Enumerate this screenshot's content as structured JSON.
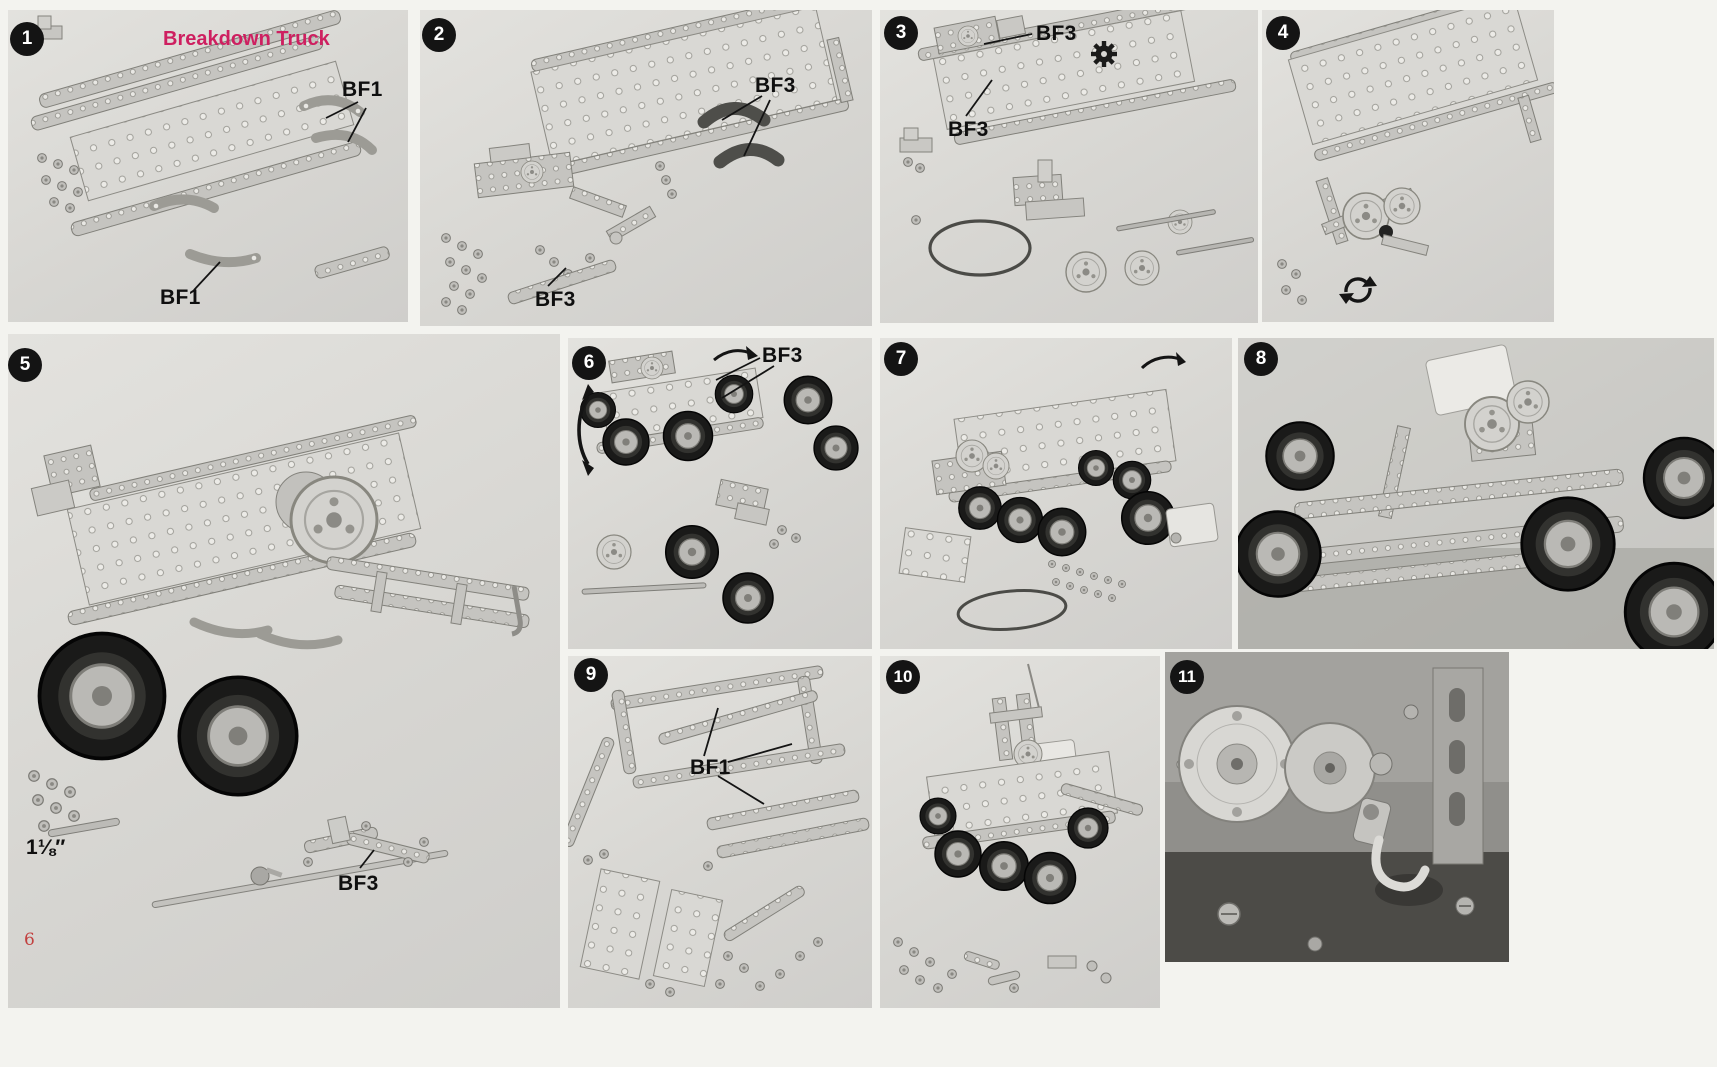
{
  "page": {
    "title": "Breakdown Truck",
    "page_number": "6",
    "measurement": "1⅛″",
    "colors": {
      "accent": "#ce1f60",
      "page_number_red": "#c2403f",
      "step_badge": "#141414"
    }
  },
  "steps": [
    {
      "number": "1",
      "labels": {
        "a": "BF1",
        "b": "BF1"
      }
    },
    {
      "number": "2",
      "labels": {
        "a": "BF3",
        "b": "BF3"
      }
    },
    {
      "number": "3",
      "labels": {
        "a": "BF3",
        "b": "BF3"
      }
    },
    {
      "number": "4"
    },
    {
      "number": "5",
      "labels": {
        "a": "BF3"
      }
    },
    {
      "number": "6",
      "labels": {
        "a": "BF3"
      }
    },
    {
      "number": "7"
    },
    {
      "number": "8"
    },
    {
      "number": "9",
      "labels": {
        "a": "BF1"
      }
    },
    {
      "number": "10"
    },
    {
      "number": "11"
    }
  ]
}
